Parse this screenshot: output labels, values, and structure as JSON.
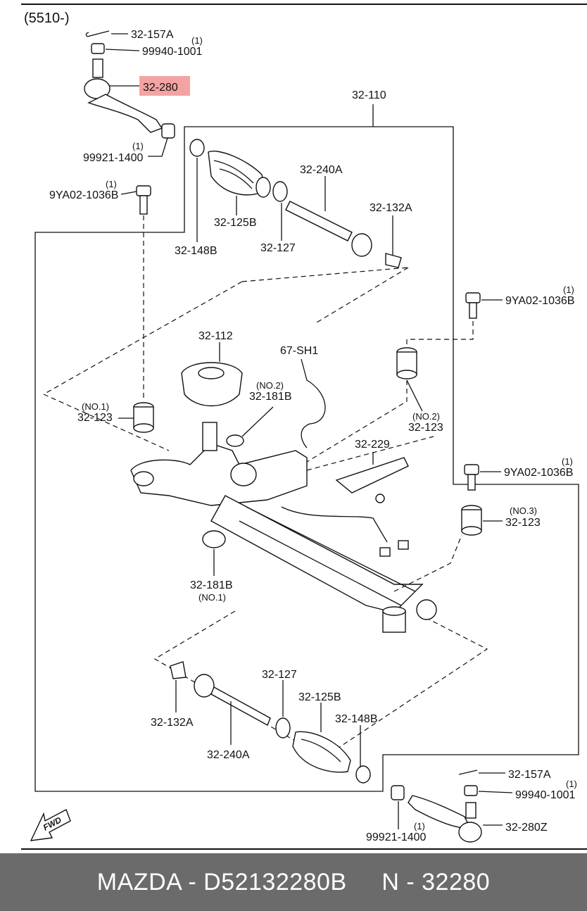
{
  "diagram": {
    "section_code": "(5510-)",
    "highlight_color": "#f4a3a3",
    "labels": {
      "p32_157a_top": "32-157A",
      "p99940_top": "99940-1001",
      "p99940_top_qty": "(1)",
      "p32_280": "32-280",
      "p32_110": "32-110",
      "p99921_top": "99921-1400",
      "p99921_top_qty": "(1)",
      "p9ya02_left": "9YA02-1036B",
      "p9ya02_left_qty": "(1)",
      "p32_240a_top": "32-240A",
      "p32_132a_top": "32-132A",
      "p32_125b_top": "32-125B",
      "p32_127_top": "32-127",
      "p32_148b_top": "32-148B",
      "p9ya02_right1": "9YA02-1036B",
      "p9ya02_right1_qty": "(1)",
      "p32_112": "32-112",
      "p67_sh1": "67-SH1",
      "p32_181b_no2": "32-181B",
      "p32_181b_no2_tag": "(NO.2)",
      "p32_123_no1": "32-123",
      "p32_123_no1_tag": "(NO.1)",
      "p32_123_no2": "32-123",
      "p32_123_no2_tag": "(NO.2)",
      "p32_229": "32-229",
      "p9ya02_right2": "9YA02-1036B",
      "p9ya02_right2_qty": "(1)",
      "p32_123_no3": "32-123",
      "p32_123_no3_tag": "(NO.3)",
      "p32_181b_no1": "32-181B",
      "p32_181b_no1_tag": "(NO.1)",
      "p32_127_bot": "32-127",
      "p32_125b_bot": "32-125B",
      "p32_148b_bot": "32-148B",
      "p32_132a_bot": "32-132A",
      "p32_240a_bot": "32-240A",
      "p32_157a_bot": "32-157A",
      "p99940_bot": "99940-1001",
      "p99940_bot_qty": "(1)",
      "p32_280z": "32-280Z",
      "p99921_bot": "99921-1400",
      "p99921_bot_qty": "(1)",
      "fwd": "FWD"
    }
  },
  "footer": {
    "text": "MAZDA - D52132280B     N - 32280",
    "background": "#6b6b6b"
  }
}
